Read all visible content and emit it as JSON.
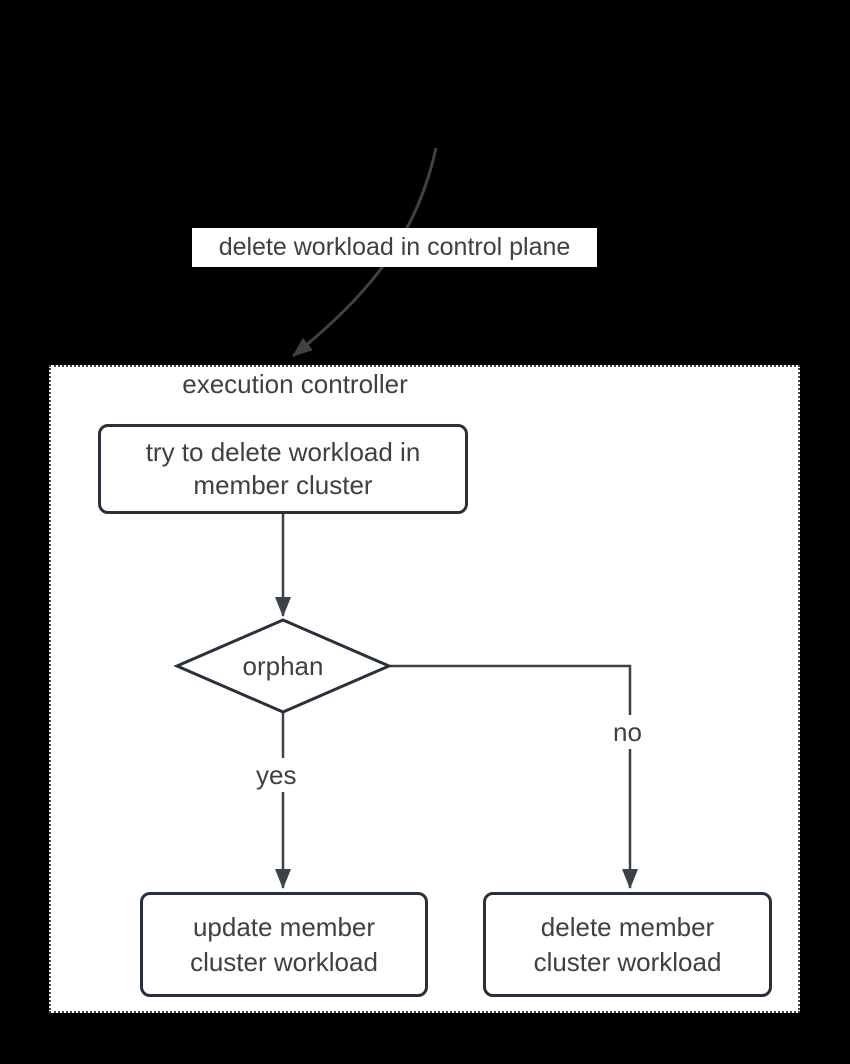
{
  "colors": {
    "background": "#000000",
    "panel": "#ffffff",
    "shape_stroke": "#28313b",
    "connector": "#3d4247",
    "text": "#3e4043",
    "container_border": "#3b4854"
  },
  "annotation": {
    "label": "delete workload in control plane"
  },
  "container": {
    "title": "execution controller"
  },
  "nodes": {
    "try_delete": {
      "lines": [
        "try to delete workload in",
        "member cluster"
      ]
    },
    "decision": {
      "label": "orphan"
    },
    "update_member": {
      "lines": [
        "update member",
        "cluster workload"
      ]
    },
    "delete_member": {
      "lines": [
        "delete member",
        "cluster workload"
      ]
    }
  },
  "edges": {
    "yes_label": "yes",
    "no_label": "no"
  }
}
